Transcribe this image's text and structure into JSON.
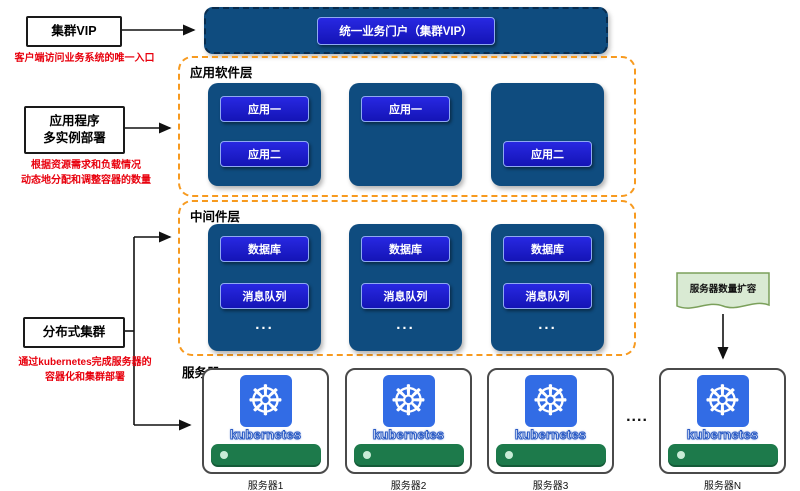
{
  "sidebar": {
    "vip": {
      "label": "集群VIP",
      "note": "客户端访问业务系统的唯一入口"
    },
    "app": {
      "label": "应用程序\n多实例部署",
      "note": "根据资源需求和负载情况\n动态地分配和调整容器的数量"
    },
    "cluster": {
      "label": "分布式集群",
      "note": "通过kubernetes完成服务器的\n容器化和集群部署"
    }
  },
  "portal": {
    "label": "统一业务门户（集群VIP）"
  },
  "layers": {
    "app": {
      "title": "应用软件层",
      "groups": [
        {
          "top": "应用一",
          "bottom": "应用二"
        },
        {
          "top": "应用一"
        },
        {
          "bottom": "应用二"
        }
      ]
    },
    "middleware": {
      "title": "中间件层",
      "groups": [
        {
          "db": "数据库",
          "mq": "消息队列",
          "more": "..."
        },
        {
          "db": "数据库",
          "mq": "消息队列",
          "more": "..."
        },
        {
          "db": "数据库",
          "mq": "消息队列",
          "more": "..."
        }
      ]
    },
    "server": {
      "title": "服务器",
      "k8s_label": "kubernetes",
      "names": [
        "服务器1",
        "服务器2",
        "服务器3",
        "服务器N"
      ],
      "ellipsis": "...."
    }
  },
  "note": {
    "label": "服务器数量扩容"
  },
  "icons": {
    "kubernetes_wheel": "☸"
  },
  "colors": {
    "container_blue": "#0F4C7F",
    "chip_blue": "#1C1CD0",
    "dashed_orange": "#F79A1F",
    "server_green": "#1D7A4B",
    "note_green": "#D9EAD3",
    "annotation_red": "#E8000D",
    "kubernetes_blue": "#326CE5"
  }
}
